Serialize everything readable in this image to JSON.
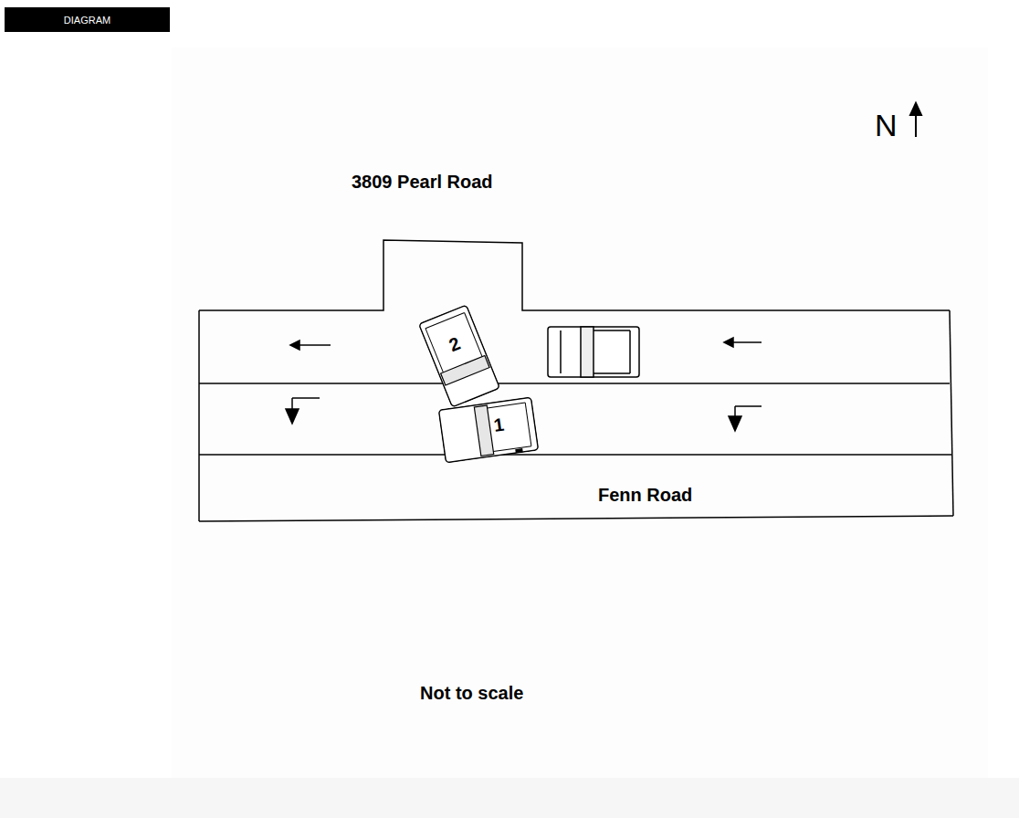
{
  "diagram": {
    "nodes": [
      {
        "text": [
          "DIAGRAM"
        ]
      },
      {
        "text": [
          "2"
        ]
      },
      {
        "text": [
          "1"
        ]
      }
    ],
    "labels": [
      "N",
      "3809 Pearl Road",
      "Fenn Road",
      "Not to scale"
    ]
  }
}
